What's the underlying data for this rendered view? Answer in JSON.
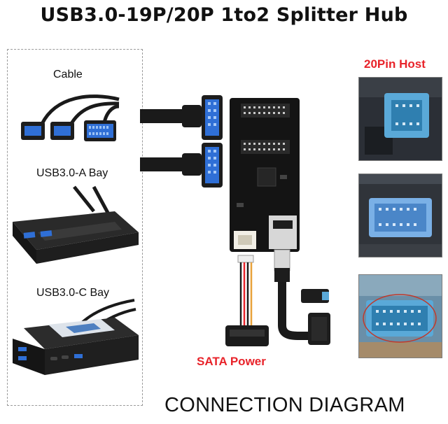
{
  "title": "USB3.0-19P/20P 1to2 Splitter Hub",
  "left_panel": {
    "cable_label": "Cable",
    "a_bay_label": "USB3.0-A Bay",
    "c_bay_label": "USB3.0-C Bay"
  },
  "host_label": "20Pin Host",
  "sata_label": "SATA Power",
  "footer": "CONNECTION DIAGRAM",
  "colors": {
    "accent_red": "#e8232a",
    "usb_blue": "#2f6fd6",
    "header_blue": "#5aa9d8",
    "cable_black": "#1a1a1a",
    "pcb_black": "#141414"
  },
  "icons": [
    "dual-usb-cable",
    "a-bay-panel",
    "c-bay-panel",
    "splitter-board",
    "motherboard-header-photo",
    "sata-power-cable",
    "usb-adapter-cable"
  ]
}
